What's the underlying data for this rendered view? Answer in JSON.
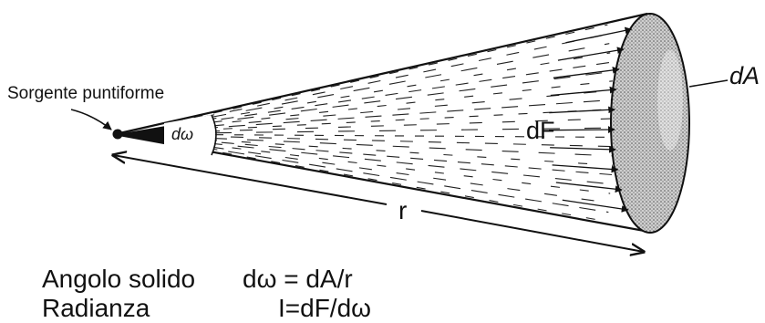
{
  "labels": {
    "source": "Sorgente puntiforme",
    "solid_angle": "dω",
    "area": "dA",
    "flux": "dF",
    "distance": "r"
  },
  "formulas": [
    {
      "name": "Angolo solido",
      "expression": "dω = dA/r"
    },
    {
      "name": "Radianza",
      "expression": "I=dF/dω"
    }
  ],
  "colors": {
    "ink": "#111111",
    "disk_fill": "#c8c8c8",
    "background": "#ffffff"
  }
}
